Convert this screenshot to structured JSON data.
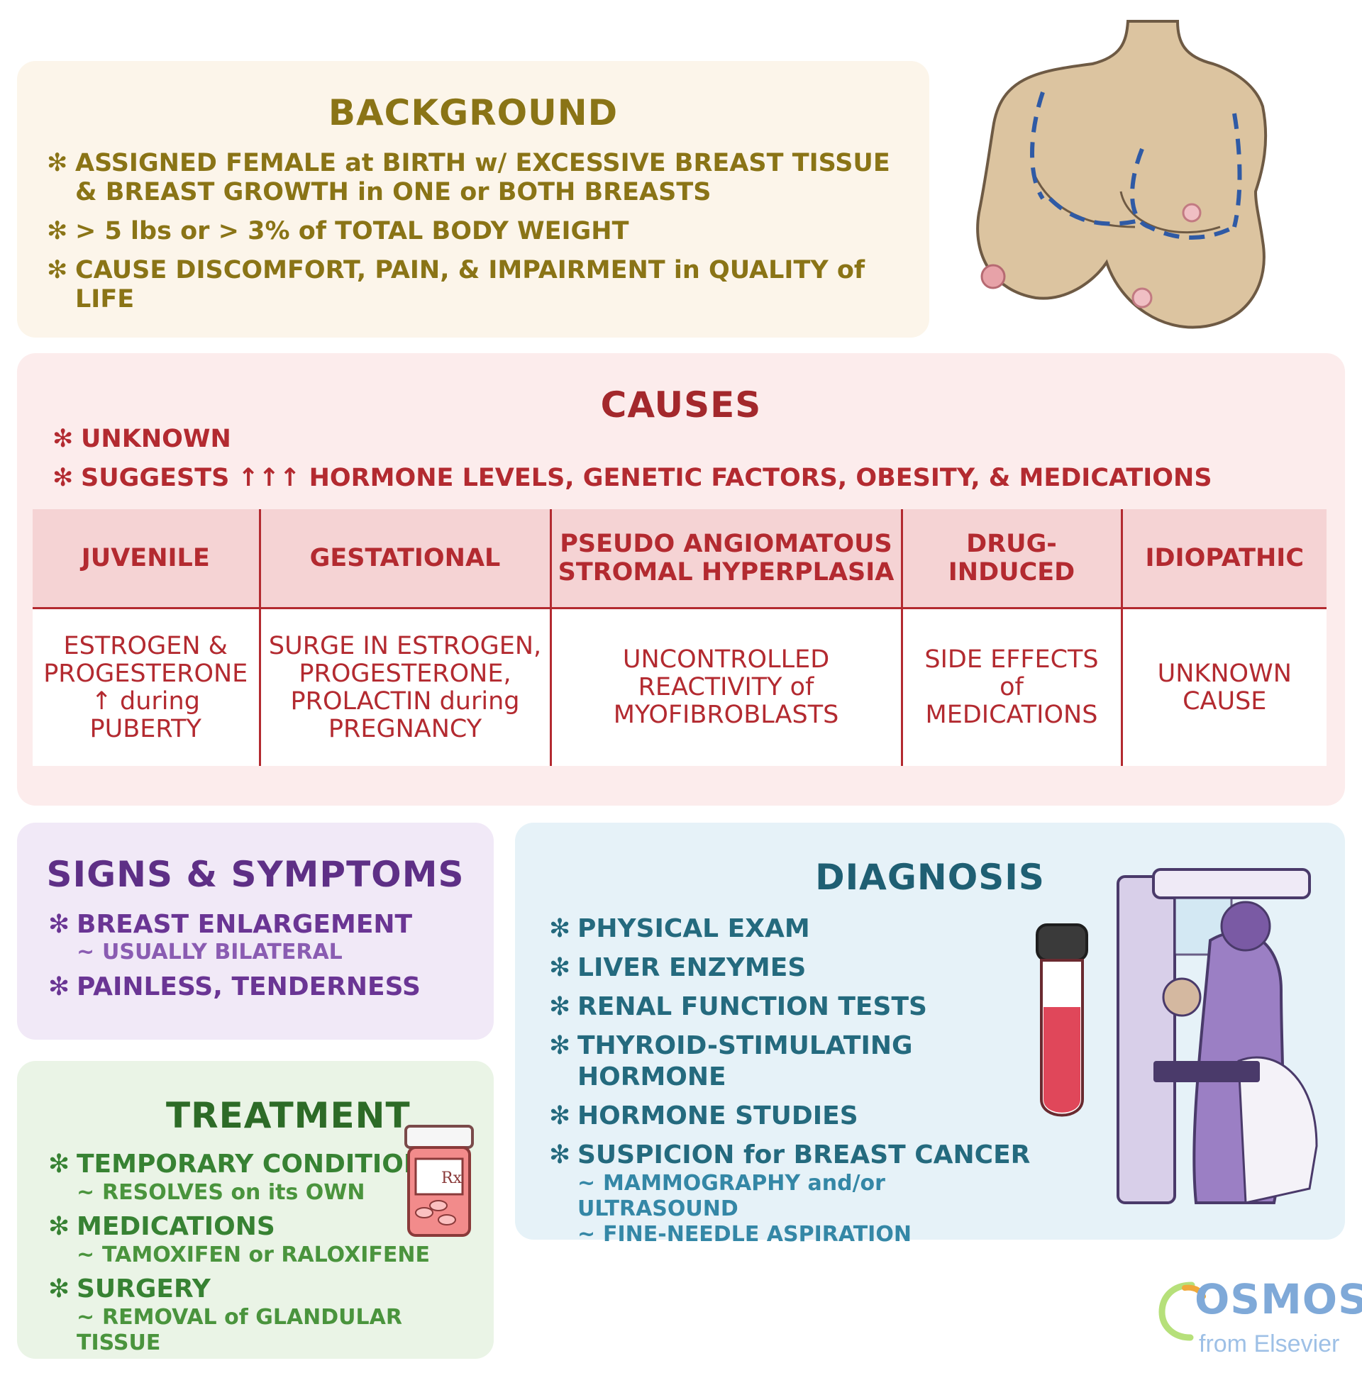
{
  "background": {
    "title": "BACKGROUND",
    "items": [
      "ASSIGNED FEMALE at BIRTH w/ EXCESSIVE BREAST TISSUE & BREAST GROWTH in ONE or BOTH BREASTS",
      "> 5 lbs or > 3% of TOTAL BODY WEIGHT",
      "CAUSE DISCOMFORT, PAIN, & IMPAIRMENT in QUALITY of LIFE"
    ]
  },
  "causes": {
    "title": "CAUSES",
    "items": [
      "UNKNOWN",
      "SUGGESTS ↑↑↑ HORMONE LEVELS, GENETIC FACTORS, OBESITY, & MEDICATIONS"
    ],
    "table": {
      "headers": [
        "JUVENILE",
        "GESTATIONAL",
        "PSEUDO ANGIOMATOUS STROMAL HYPERPLASIA",
        "DRUG-INDUCED",
        "IDIOPATHIC"
      ],
      "cells": [
        "ESTROGEN & PROGESTERONE ↑ during PUBERTY",
        "SURGE IN ESTROGEN, PROGESTERONE, PROLACTIN during PREGNANCY",
        "UNCONTROLLED REACTIVITY of MYOFIBROBLASTS",
        "SIDE EFFECTS of MEDICATIONS",
        "UNKNOWN CAUSE"
      ]
    }
  },
  "signs": {
    "title": "SIGNS & SYMPTOMS",
    "items": [
      {
        "label": "BREAST ENLARGEMENT",
        "sub": [
          "USUALLY BILATERAL"
        ]
      },
      {
        "label": "PAINLESS, TENDERNESS",
        "sub": []
      }
    ]
  },
  "treatment": {
    "title": "TREATMENT",
    "items": [
      {
        "label": "TEMPORARY CONDITION",
        "sub": [
          "RESOLVES on its OWN"
        ]
      },
      {
        "label": "MEDICATIONS",
        "sub": [
          "TAMOXIFEN or RALOXIFENE"
        ]
      },
      {
        "label": "SURGERY",
        "sub": [
          "REMOVAL of GLANDULAR TISSUE"
        ]
      }
    ]
  },
  "diagnosis": {
    "title": "DIAGNOSIS",
    "items": [
      {
        "label": "PHYSICAL EXAM",
        "sub": []
      },
      {
        "label": "LIVER ENZYMES",
        "sub": []
      },
      {
        "label": "RENAL FUNCTION TESTS",
        "sub": []
      },
      {
        "label": "THYROID-STIMULATING HORMONE",
        "sub": []
      },
      {
        "label": "HORMONE STUDIES",
        "sub": []
      },
      {
        "label": "SUSPICION for BREAST CANCER",
        "sub": [
          "MAMMOGRAPHY and/or ULTRASOUND",
          "FINE-NEEDLE ASPIRATION"
        ]
      }
    ]
  },
  "logo": {
    "brand": "OSMOSIS",
    "tagline": "from Elsevier",
    "pill_label": "Rx"
  },
  "symbols": {
    "bullet": "✻",
    "tilde": "~"
  },
  "colors": {
    "background_text": "#8a7416",
    "causes_text": "#b32a30",
    "signs_text": "#6a3594",
    "treatment_text": "#378233",
    "diagnosis_text": "#246a7e"
  }
}
